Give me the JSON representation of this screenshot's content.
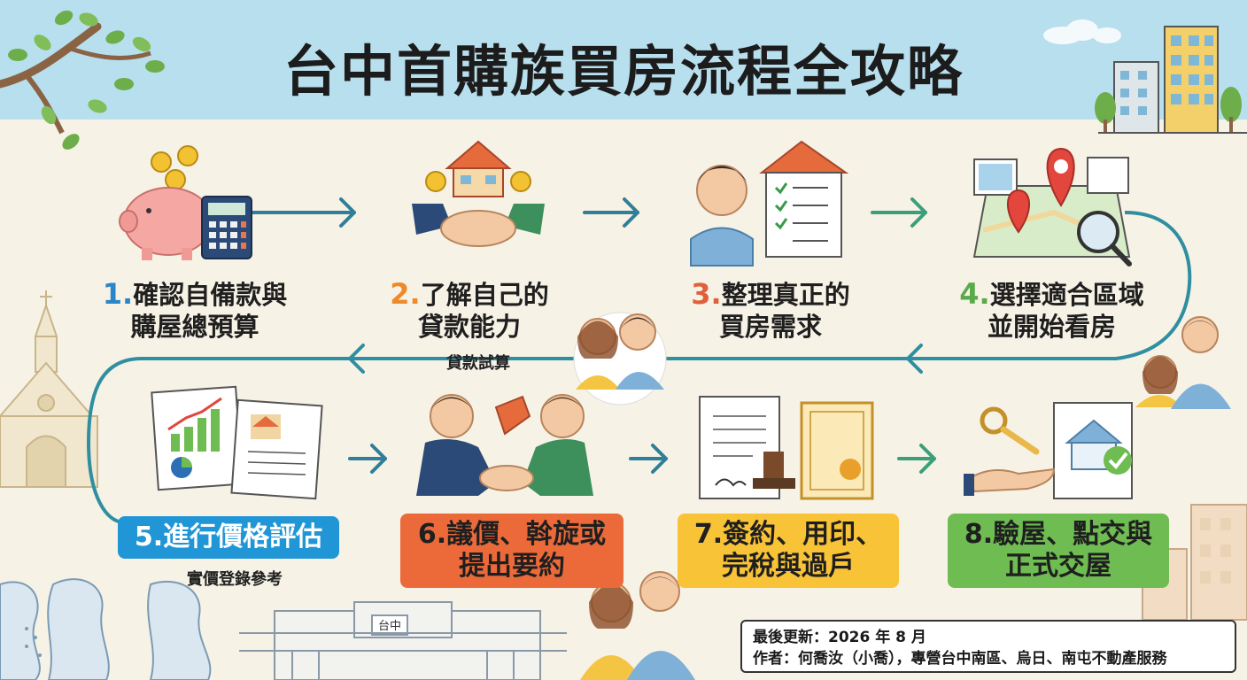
{
  "title": "台中首購族買房流程全攻略",
  "steps": [
    {
      "num": "1.",
      "line1": "確認自備款與",
      "line2": "購屋總預算",
      "num_color": "#2a86c8"
    },
    {
      "num": "2.",
      "line1": "了解自己的",
      "line2": "貸款能力",
      "num_color": "#ee8a2a",
      "sub": "貸款試算"
    },
    {
      "num": "3.",
      "line1": "整理真正的",
      "line2": "買房需求",
      "num_color": "#e0603a"
    },
    {
      "num": "4.",
      "line1": "選擇適合區域",
      "line2": "並開始看房",
      "num_color": "#5aaa4a"
    },
    {
      "num": "5.",
      "line1": "進行價格評估",
      "line2": "",
      "sub": "實價登錄參考"
    },
    {
      "num": "6.",
      "line1": "議價、斡旋或",
      "line2": "提出要約"
    },
    {
      "num": "7.",
      "line1": "簽約、用印、",
      "line2": "完稅與過戶"
    },
    {
      "num": "8.",
      "line1": "驗屋、點交與",
      "line2": "正式交屋"
    }
  ],
  "station_sign": "台中",
  "info": {
    "updated": "最後更新：2026 年 8 月",
    "author": "作者：何喬汝（小喬），專營台中南區、烏日、南屯不動產服務"
  },
  "icons": {
    "step1": "piggy-bank-calculator-icon",
    "step2": "handshake-house-icon",
    "step3": "person-checklist-icon",
    "step4": "map-pin-magnifier-icon",
    "step5": "chart-document-icon",
    "step6": "businessmen-handshake-icon",
    "step7": "contract-stamp-icon",
    "step8": "key-house-check-icon"
  },
  "colors": {
    "sky": "#b8dfee",
    "background": "#f7f2e6",
    "arrow": "#2f7f99",
    "step5": "#2196d6",
    "step6": "#ec6a3a",
    "step7": "#f9c338",
    "step8": "#6ebc52"
  }
}
